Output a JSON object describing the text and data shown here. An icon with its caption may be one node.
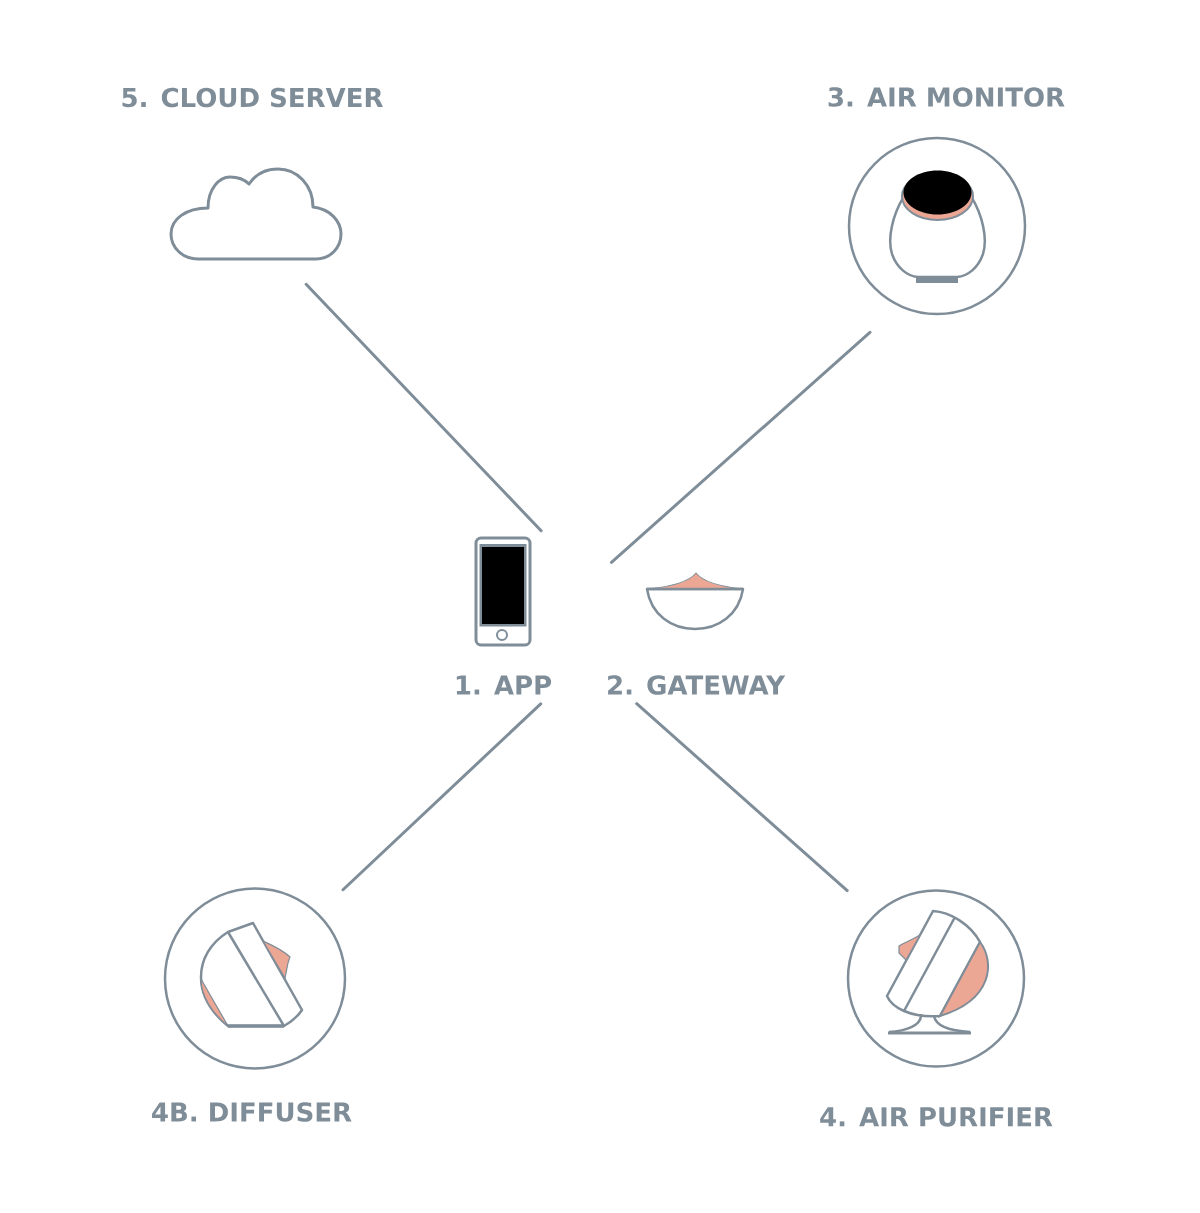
{
  "diagram": {
    "nodes": [
      {
        "text": [
          "5. CLOUD SERVER"
        ]
      },
      {
        "text": [
          "3. AIR MONITOR"
        ]
      },
      {
        "text": [
          "1. APP"
        ]
      },
      {
        "text": [
          "2. GATEWAY"
        ]
      },
      {
        "text": [
          "4B. DIFFUSER"
        ]
      },
      {
        "text": [
          "4. AIR PURIFIER"
        ]
      }
    ],
    "edges": [
      {
        "from": 0,
        "to": 2,
        "arrow": "none"
      },
      {
        "from": 1,
        "to": 3,
        "arrow": "none"
      },
      {
        "from": 2,
        "to": 4,
        "arrow": "none"
      },
      {
        "from": 3,
        "to": 5,
        "arrow": "none"
      }
    ]
  }
}
